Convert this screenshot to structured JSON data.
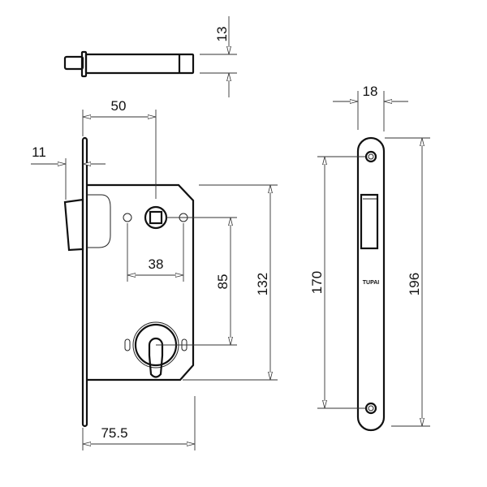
{
  "title_block": null,
  "dimensions": {
    "spindle_height": "13",
    "backset": "50",
    "latch_projection": "11",
    "handle_hole_spacing": "38",
    "center_distance": "85",
    "case_height": "132",
    "case_depth": "75.5",
    "faceplate_width": "18",
    "screw_spacing": "170",
    "faceplate_height": "196"
  },
  "faceplate": {
    "brand": "TUPAI"
  }
}
